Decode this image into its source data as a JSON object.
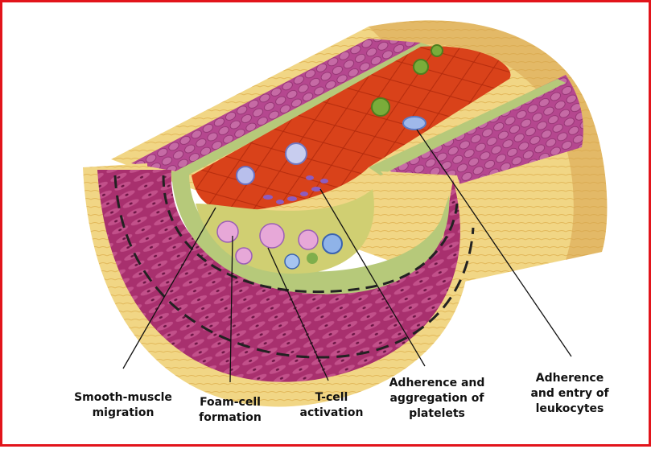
{
  "border_color": "#e2141b",
  "colors": {
    "adventitia": "#f2d78a",
    "media_muscle": "#a8306e",
    "intima_band": "#b6c97a",
    "lumen_blood": "#d63a10",
    "plaque": "#c8c86a"
  },
  "labels": [
    {
      "id": "smooth-muscle",
      "lines": [
        "Smooth-muscle",
        "migration"
      ]
    },
    {
      "id": "foam-cell",
      "lines": [
        "Foam-cell",
        "formation"
      ]
    },
    {
      "id": "t-cell",
      "lines": [
        "T-cell",
        "activation"
      ]
    },
    {
      "id": "platelets",
      "lines": [
        "Adherence and",
        "aggregation of",
        "platelets"
      ]
    },
    {
      "id": "leukocytes",
      "lines": [
        "Adherence",
        "and entry of",
        "leukocytes"
      ]
    }
  ]
}
